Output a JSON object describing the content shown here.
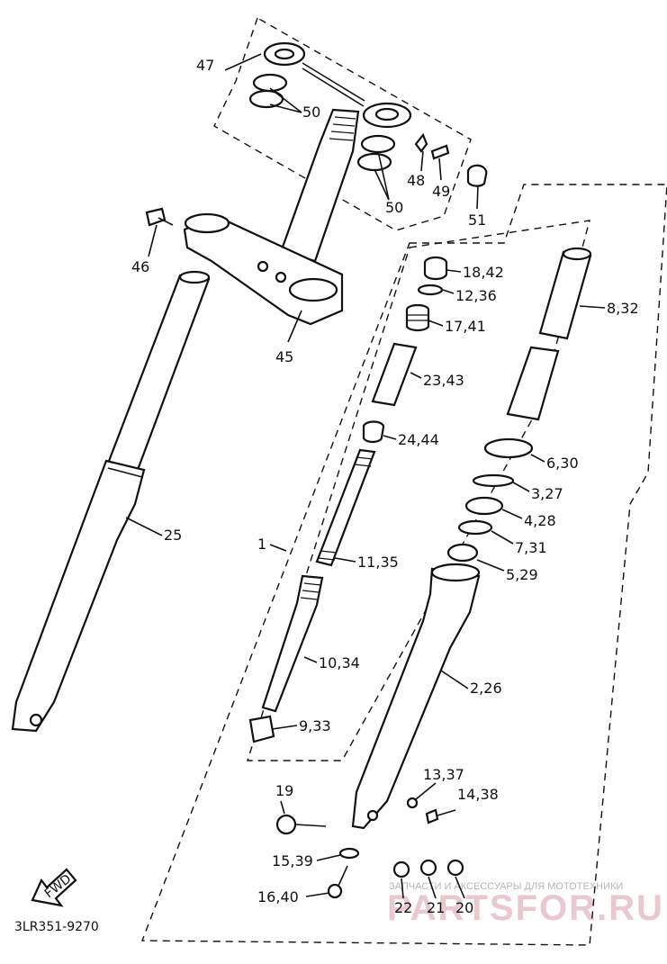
{
  "diagram_code": "3LR351-9270",
  "fwd_label": "FWD",
  "watermark": {
    "top_text": "ЗАПЧАСТИ И АКСЕССУАРЫ ДЛЯ МОТОТЕХНИКИ",
    "big_text": "PARTSFOR.RU"
  },
  "callouts": [
    {
      "id": "c47",
      "text": "47"
    },
    {
      "id": "c50a",
      "text": "50"
    },
    {
      "id": "c48",
      "text": "48"
    },
    {
      "id": "c49",
      "text": "49"
    },
    {
      "id": "c50b",
      "text": "50"
    },
    {
      "id": "c51",
      "text": "51"
    },
    {
      "id": "c46",
      "text": "46"
    },
    {
      "id": "c45",
      "text": "45"
    },
    {
      "id": "c18",
      "text": "18,42"
    },
    {
      "id": "c12",
      "text": "12,36"
    },
    {
      "id": "c17",
      "text": "17,41"
    },
    {
      "id": "c23",
      "text": "23,43"
    },
    {
      "id": "c24",
      "text": "24,44"
    },
    {
      "id": "c8",
      "text": "8,32"
    },
    {
      "id": "c6",
      "text": "6,30"
    },
    {
      "id": "c3",
      "text": "3,27"
    },
    {
      "id": "c4",
      "text": "4,28"
    },
    {
      "id": "c7",
      "text": "7,31"
    },
    {
      "id": "c5",
      "text": "5,29"
    },
    {
      "id": "c25",
      "text": "25"
    },
    {
      "id": "c1",
      "text": "1"
    },
    {
      "id": "c11",
      "text": "11,35"
    },
    {
      "id": "c10",
      "text": "10,34"
    },
    {
      "id": "c2",
      "text": "2,26"
    },
    {
      "id": "c9",
      "text": "9,33"
    },
    {
      "id": "c19",
      "text": "19"
    },
    {
      "id": "c13",
      "text": "13,37"
    },
    {
      "id": "c14",
      "text": "14,38"
    },
    {
      "id": "c15",
      "text": "15,39"
    },
    {
      "id": "c16",
      "text": "16,40"
    },
    {
      "id": "c22",
      "text": "22"
    },
    {
      "id": "c21",
      "text": "21"
    },
    {
      "id": "c20",
      "text": "20"
    }
  ]
}
